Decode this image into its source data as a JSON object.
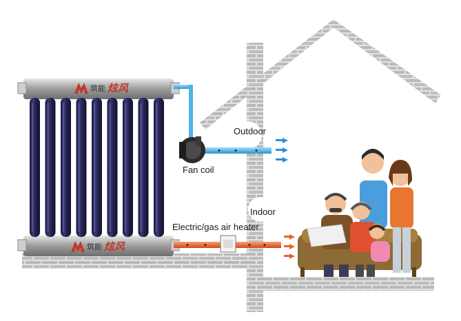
{
  "labels": {
    "outdoor": "Outdoor",
    "indoor": "Indoor",
    "fan_coil": "Fan coil",
    "heater": "Electric/gas air heater"
  },
  "brand": {
    "name_small": "筑能",
    "name_large": "炫风"
  },
  "colors": {
    "brick": "#b5b5b5",
    "cold_pipe": "#55b8e8",
    "hot_pipe": "#e8642a",
    "tube": "#24234f",
    "manifold": "#a8a8a8",
    "arrow_cold": "#2e8fd8",
    "arrow_hot": "#e8642a"
  }
}
